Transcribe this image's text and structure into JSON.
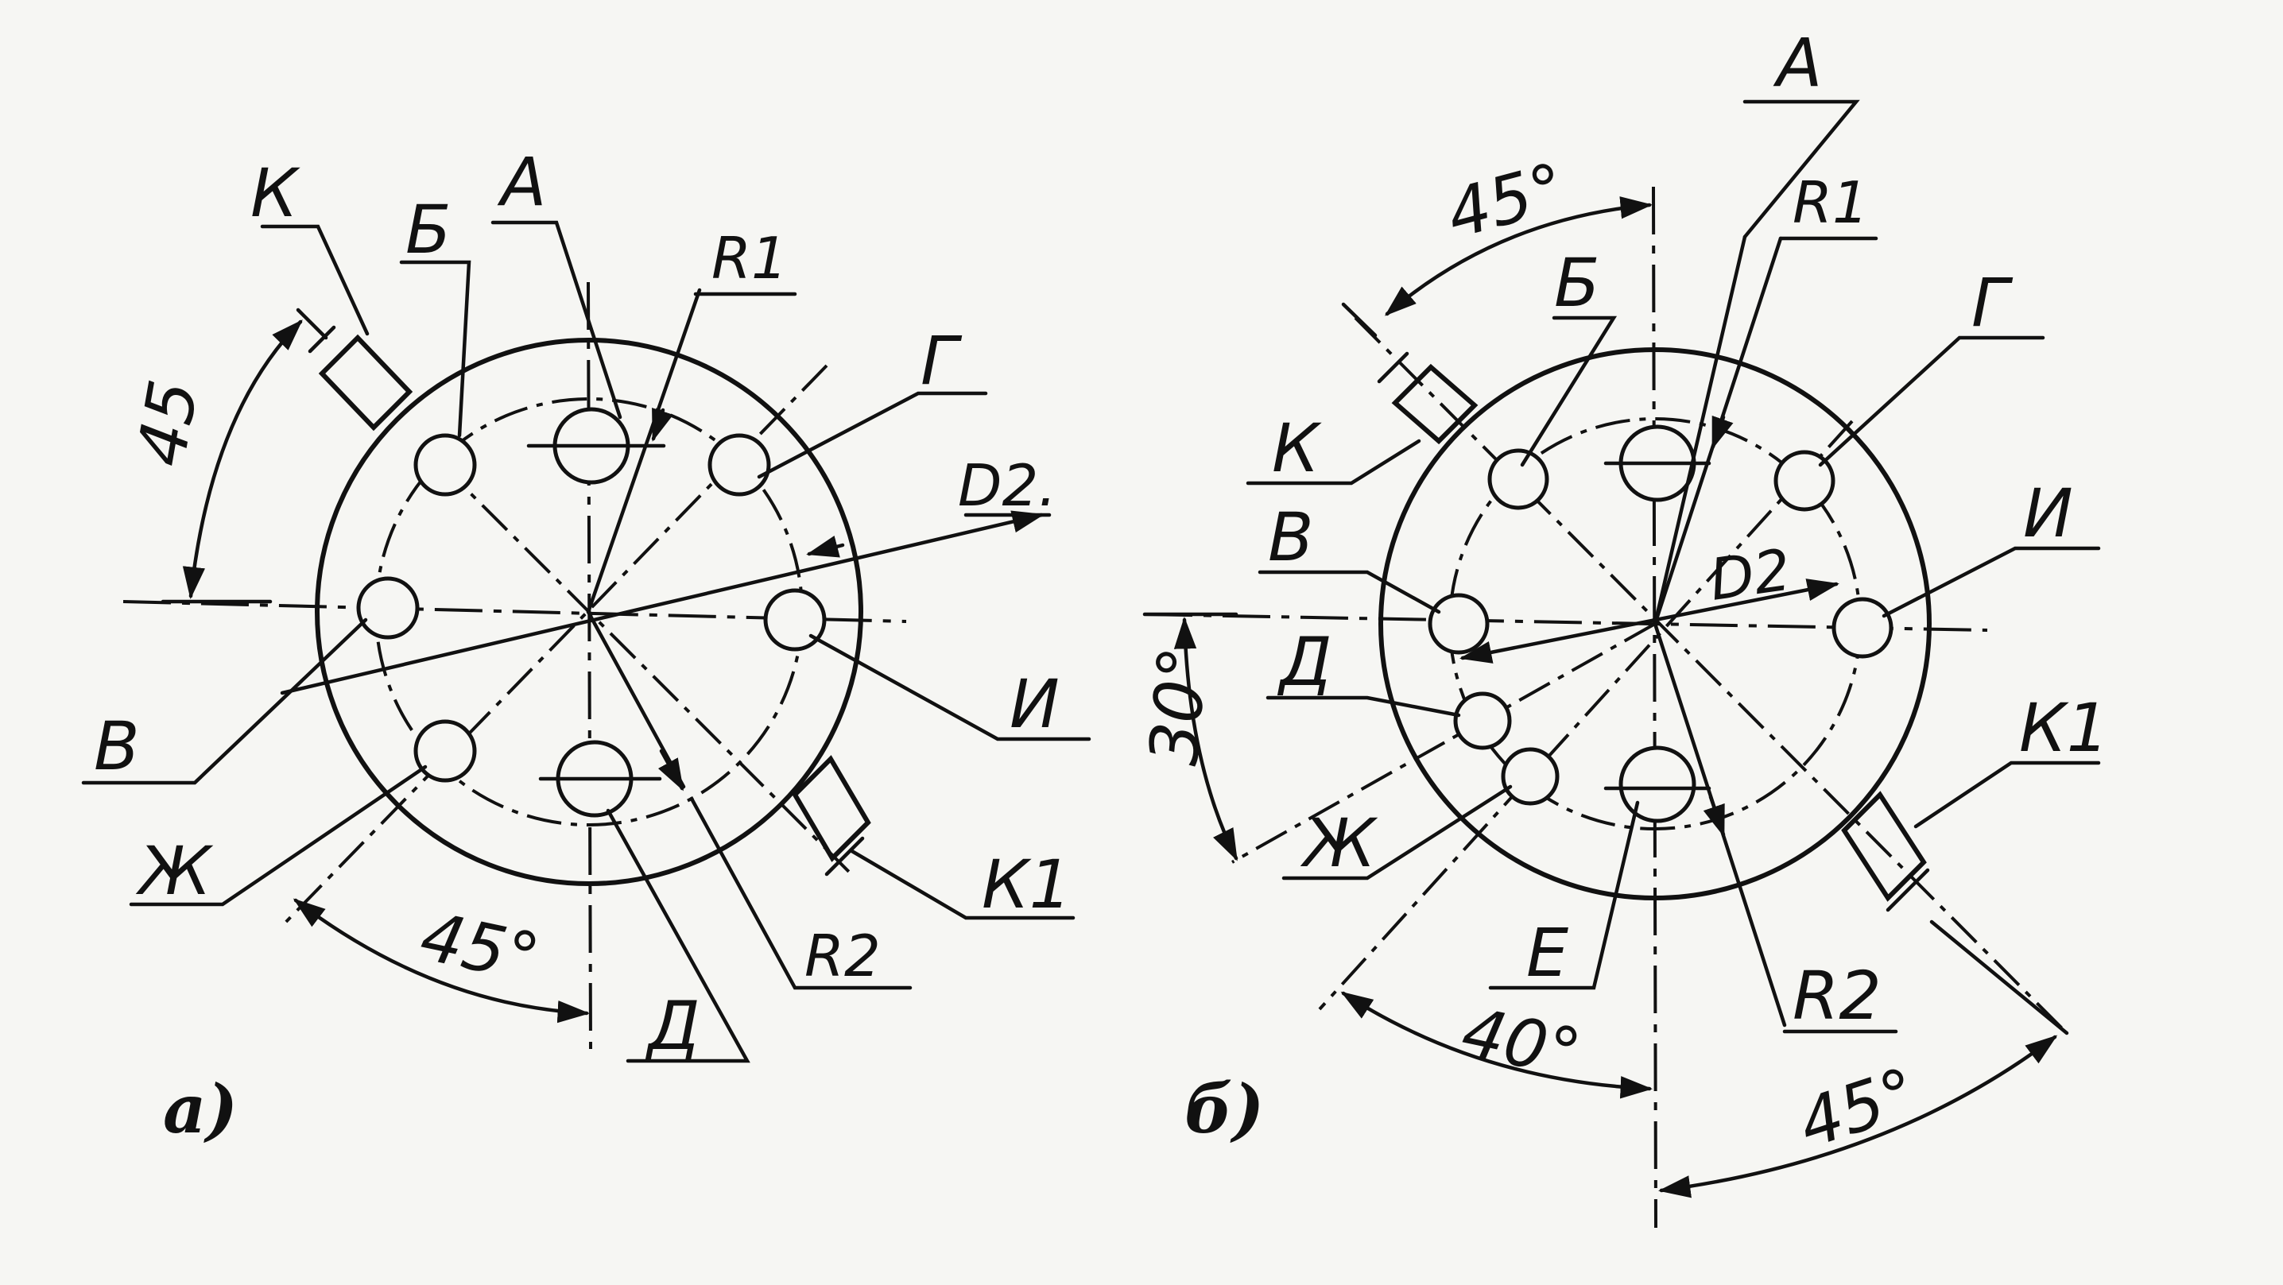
{
  "figure_a": {
    "caption": "а)",
    "labels": {
      "a": "А",
      "b": "Б",
      "k": "К",
      "r1": "R1",
      "g": "Г",
      "d2": "D2.",
      "v": "В",
      "i": "И",
      "zh": "Ж",
      "k1": "К1",
      "r2": "R2",
      "d": "Д"
    },
    "angles": {
      "top_left": "45",
      "bottom": "45°"
    }
  },
  "figure_b": {
    "caption": "б)",
    "labels": {
      "a": "А",
      "r1": "R1",
      "b": "Б",
      "g": "Г",
      "k": "К",
      "v": "В",
      "i": "И",
      "d2": "D2",
      "d": "Д",
      "k1": "К1",
      "zh": "Ж",
      "e": "Е",
      "r2": "R2"
    },
    "angles": {
      "top": "45°",
      "left": "30°",
      "bottom_left": "40°",
      "bottom_right": "45°"
    }
  },
  "colors": {
    "ink": "#111111",
    "paper": "#f6f6f3"
  }
}
